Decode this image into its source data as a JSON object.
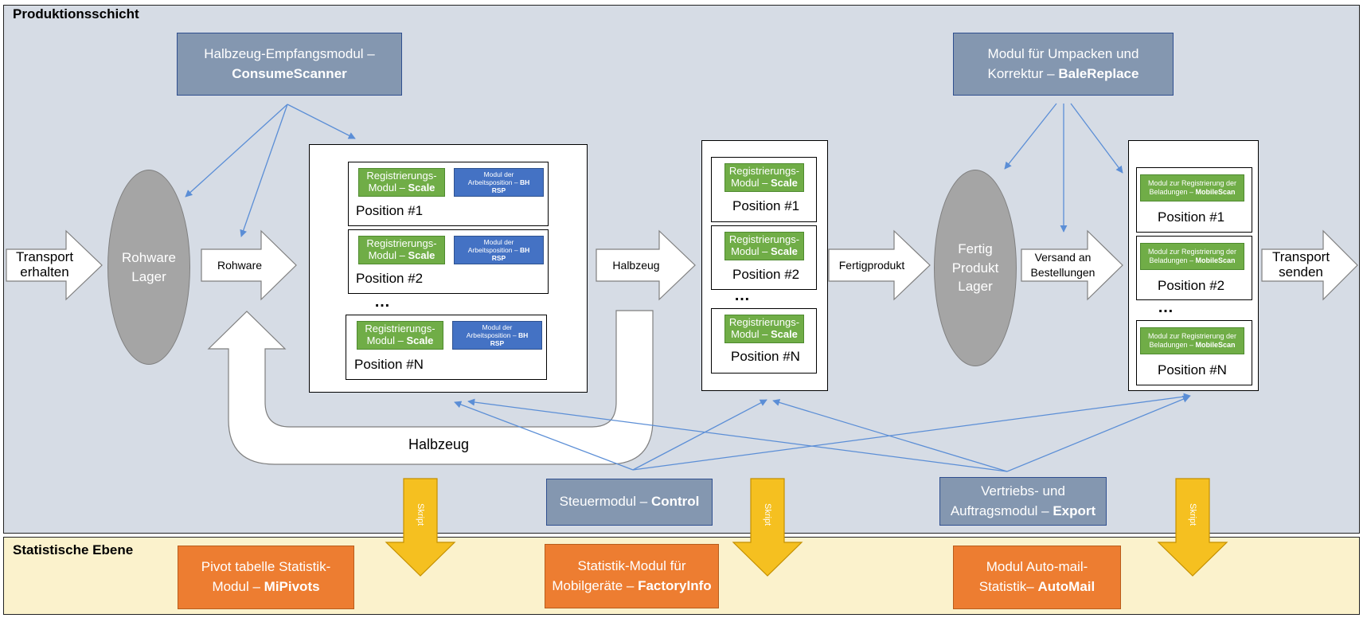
{
  "layers": {
    "production_title": "Produktionsschicht",
    "statistics_title": "Statistische Ebene"
  },
  "modules": {
    "consume": {
      "line1": "Halbzeug-Empfangsmodul –",
      "name": "ConsumeScanner"
    },
    "bale": {
      "line1": "Modul für Umpacken und",
      "line2": "Korrektur –",
      "name": "BaleReplace"
    },
    "control": {
      "line1": "Steuermodul –",
      "name": "Control"
    },
    "export": {
      "line1": "Vertriebs- und",
      "line2": "Auftragsmodul –",
      "name": "Export"
    },
    "mipivots": {
      "line1": "Pivot tabelle Statistik-",
      "line2": "Modul –",
      "name": "MiPivots"
    },
    "factory": {
      "line1": "Statistik-Modul für",
      "line2": "Mobilgeräte –",
      "name": "FactoryInfo"
    },
    "automail": {
      "line1": "Modul Auto-mail-",
      "line2": "Statistik–",
      "name": "AutoMail"
    }
  },
  "arrows": {
    "transport_in": {
      "line1": "Transport",
      "line2": "erhalten"
    },
    "rohware": "Rohware",
    "halbzeug": "Halbzeug",
    "fertigprodukt": "Fertigprodukt",
    "versand": {
      "line1": "Versand an",
      "line2": "Bestellungen"
    },
    "transport_out": {
      "line1": "Transport",
      "line2": "senden"
    },
    "loop_label": "Halbzeug",
    "skript": "Skript"
  },
  "storages": {
    "raw": {
      "line1": "Rohware",
      "line2": "Lager"
    },
    "finished": {
      "line1": "Fertig",
      "line2": "Produkt",
      "line3": "Lager"
    }
  },
  "tags": {
    "scale_prefix": "Registrierungs-",
    "scale_line2": "Modul –",
    "scale_name": "Scale",
    "rsp_line1": "Modul der",
    "rsp_line2": "Arbeitsposition –",
    "rsp_bh": "BH",
    "rsp_name": "RSP",
    "mobile_line1": "Modul zur Registrierung der",
    "mobile_line2": "Beladungen –",
    "mobile_name": "MobileScan"
  },
  "positions": {
    "p1": "Position #1",
    "p2": "Position #2",
    "pn": "Position #N",
    "ellipsis": "…"
  },
  "colors": {
    "production_bg": "#d6dce5",
    "statistics_bg": "#fbf2cc",
    "module_blue_gray": "#8497b0",
    "stat_orange": "#ed7d31",
    "green": "#70ad47",
    "blue": "#4472c4",
    "storage_gray": "#a5a5a5",
    "skript_yellow": "#f5c020",
    "connector": "#5b8ed6"
  }
}
